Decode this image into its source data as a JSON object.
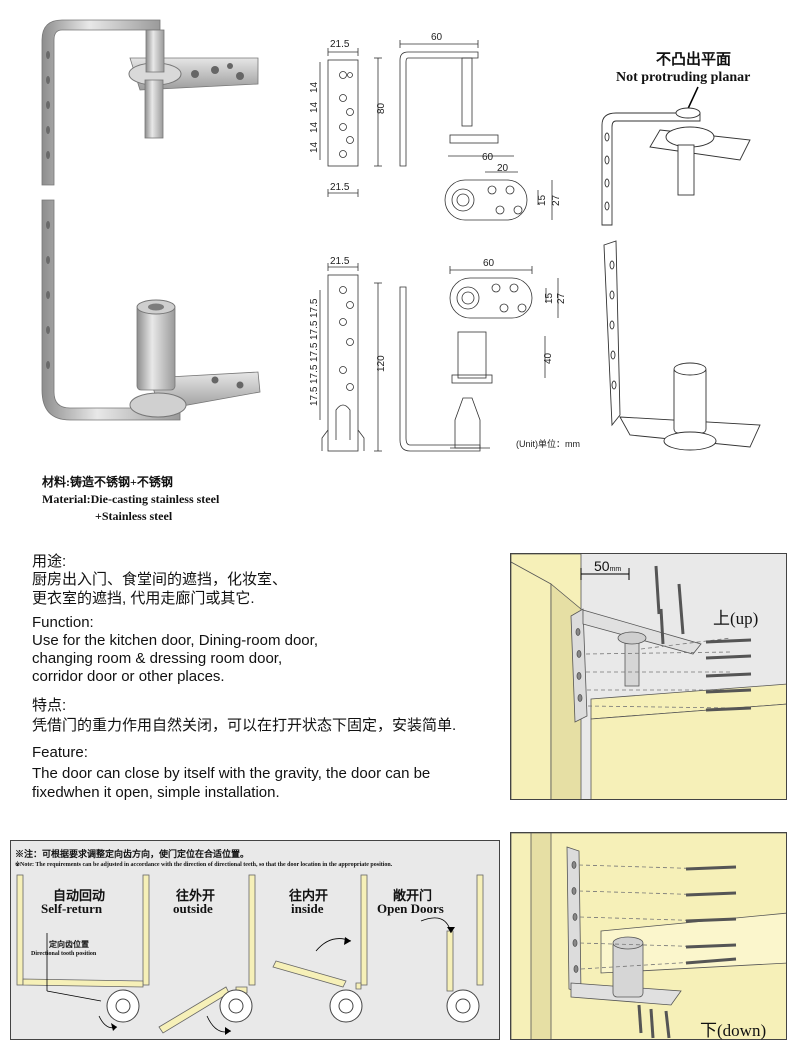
{
  "top_photo": {
    "label_cn": "不凸出平面",
    "label_en": "Not protruding planar"
  },
  "dimensions": {
    "top_front": {
      "width": "21.5",
      "height": "80",
      "spacing": [
        "14",
        "14",
        "14",
        "14"
      ],
      "bottom_width": "21.5"
    },
    "top_side": {
      "length": "60"
    },
    "top_plate": {
      "length": "60",
      "hole": "20",
      "h1": "15",
      "h2": "27"
    },
    "bottom_front": {
      "width": "21.5",
      "height": "120",
      "spacing": [
        "17.5",
        "17.5",
        "17.5",
        "17.5",
        "17.5"
      ]
    },
    "bottom_plate": {
      "length": "60",
      "h1": "15",
      "h2": "27",
      "pin": "40"
    },
    "unit": "(Unit)单位：mm"
  },
  "material": {
    "cn": "材料:铸造不锈钢+不锈钢",
    "en1": "Material:Die-casting stainless steel",
    "en2": "+Stainless steel"
  },
  "text": {
    "use_title": "用途:",
    "use_line1": "厨房出入门、食堂间的遮挡，化妆室、",
    "use_line2": "更衣室的遮挡, 代用走廊门或其它.",
    "function_title": "Function:",
    "function_line1": "Use for the kitchen door, Dining-room door,",
    "function_line2": "changing room & dressing room door,",
    "function_line3": "corridor door or other places.",
    "feature_cn_title": "特点:",
    "feature_cn": "凭借门的重力作用自然关闭，可以在打开状态下固定，安装简单.",
    "feature_title": "Feature:",
    "feature_line1": "The door can close by itself with the gravity, the door can be",
    "feature_line2": "fixedwhen it open, simple installation."
  },
  "install_up": {
    "dim": "50",
    "dim_unit": "mm",
    "label": "上(up)"
  },
  "install_down": {
    "label": "下(down)"
  },
  "modes": {
    "note_cn": "※注：可根据要求调整定向齿方向，使门定位在合适位置。",
    "note_en": "※Note: The requirements can be adjusted in accordance with the direction of directional teeth, so that the door location in the appropriate position.",
    "items": [
      {
        "cn": "自动回动",
        "en": "Self-return"
      },
      {
        "cn": "往外开",
        "en": "outside"
      },
      {
        "cn": "往内开",
        "en": "inside"
      },
      {
        "cn": "敞开门",
        "en": "Open Doors"
      }
    ],
    "tooth_cn": "定向齿位置",
    "tooth_en": "Directional tooth position"
  },
  "colors": {
    "wood": "#f6f0b8",
    "panel": "#e9e9e9",
    "steel": "#c8c8c8"
  }
}
